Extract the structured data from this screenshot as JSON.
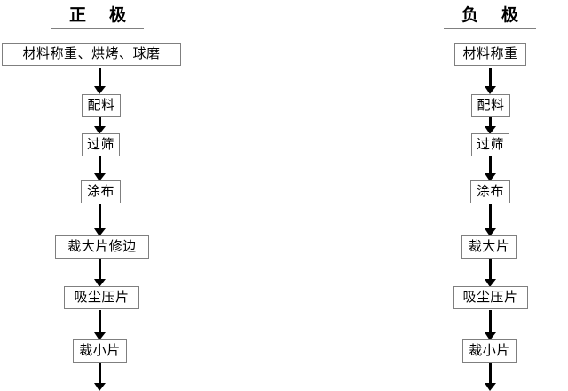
{
  "diagram": {
    "title_left": "正极",
    "title_right": "负极",
    "columns": [
      {
        "id": "cathode",
        "heading_char_1": "正",
        "heading_char_2": "极",
        "steps": [
          "材料称重、烘烤、球磨",
          "配料",
          "过筛",
          "涂布",
          "裁大片修边",
          "吸尘压片",
          "裁小片"
        ]
      },
      {
        "id": "anode",
        "heading_char_1": "负",
        "heading_char_2": "极",
        "steps": [
          "材料称重",
          "配料",
          "过筛",
          "涂布",
          "裁大片",
          "吸尘压片",
          "裁小片"
        ]
      }
    ],
    "colors": {
      "box_border": "#7f7f7f",
      "arrow": "#000000",
      "text": "#000000",
      "title_underline": "#808080",
      "background": "#ffffff"
    }
  }
}
